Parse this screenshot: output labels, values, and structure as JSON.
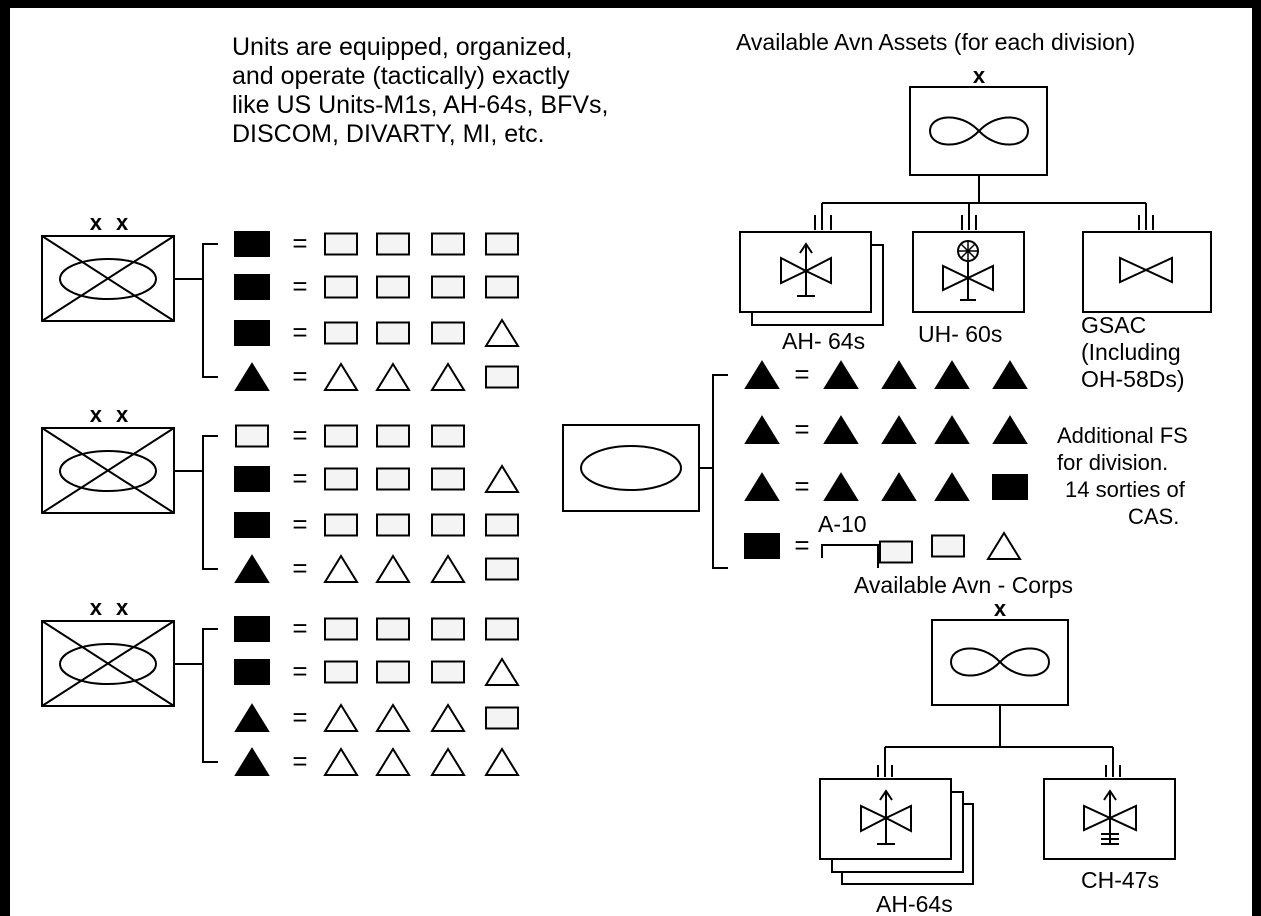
{
  "title_note_lines": [
    "Units are equipped, organized,",
    "and operate (tactically) exactly",
    "like US Units-M1s, AH-64s, BFVs,",
    "DISCOM, DIVARTY, MI, etc."
  ],
  "division_echelon": "x x",
  "brigade_echelon": "x",
  "equals_sign": "=",
  "left_divisions": [
    {
      "rows": [
        {
          "hq": "filled-rect",
          "units": [
            "rect",
            "rect",
            "rect",
            "rect"
          ]
        },
        {
          "hq": "filled-rect",
          "units": [
            "rect",
            "rect",
            "rect",
            "rect"
          ]
        },
        {
          "hq": "filled-rect",
          "units": [
            "rect",
            "rect",
            "rect",
            "tri"
          ]
        },
        {
          "hq": "filled-tri",
          "units": [
            "tri",
            "tri",
            "tri",
            "rect"
          ]
        }
      ]
    },
    {
      "rows": [
        {
          "hq": "rect",
          "units": [
            "rect",
            "rect",
            "rect"
          ]
        },
        {
          "hq": "filled-rect",
          "units": [
            "rect",
            "rect",
            "rect",
            "tri"
          ]
        },
        {
          "hq": "filled-rect",
          "units": [
            "rect",
            "rect",
            "rect",
            "rect"
          ]
        },
        {
          "hq": "filled-tri",
          "units": [
            "tri",
            "tri",
            "tri",
            "rect"
          ]
        }
      ]
    },
    {
      "rows": [
        {
          "hq": "filled-rect",
          "units": [
            "rect",
            "rect",
            "rect",
            "rect"
          ]
        },
        {
          "hq": "filled-rect",
          "units": [
            "rect",
            "rect",
            "rect",
            "tri"
          ]
        },
        {
          "hq": "filled-tri",
          "units": [
            "tri",
            "tri",
            "tri",
            "rect"
          ]
        },
        {
          "hq": "filled-tri",
          "units": [
            "tri",
            "tri",
            "tri",
            "tri"
          ]
        }
      ]
    }
  ],
  "avn_assets": {
    "title": "Available Avn Assets (for each division)",
    "units": [
      {
        "label": "AH- 64s",
        "icon": "attack-helicopter-icon"
      },
      {
        "label": "UH- 60s",
        "icon": "utility-helicopter-icon"
      },
      {
        "label_lines": [
          "GSAC",
          "(Including",
          "OH-58Ds)"
        ],
        "icon": "cavalry-bowtie-icon"
      }
    ]
  },
  "fire_support": {
    "rows": [
      {
        "hq": "filled-tri",
        "units": [
          "filled-tri",
          "filled-tri",
          "filled-tri",
          "filled-tri"
        ]
      },
      {
        "hq": "filled-tri",
        "units": [
          "filled-tri",
          "filled-tri",
          "filled-tri",
          "filled-tri"
        ]
      },
      {
        "hq": "filled-tri",
        "units": [
          "filled-tri",
          "filled-tri",
          "filled-tri",
          "filled-rect"
        ]
      },
      {
        "hq": "filled-rect",
        "units": [
          "rect",
          "rect",
          "tri"
        ]
      }
    ],
    "a10_label": "A-10",
    "annotation_lines": [
      "Additional FS",
      "for division.",
      "14  sorties of",
      "CAS."
    ]
  },
  "corps_avn": {
    "title": "Available Avn - Corps",
    "units": [
      {
        "label": "AH-64s",
        "icon": "attack-helicopter-icon"
      },
      {
        "label": "CH-47s",
        "icon": "cargo-helicopter-icon"
      }
    ]
  }
}
